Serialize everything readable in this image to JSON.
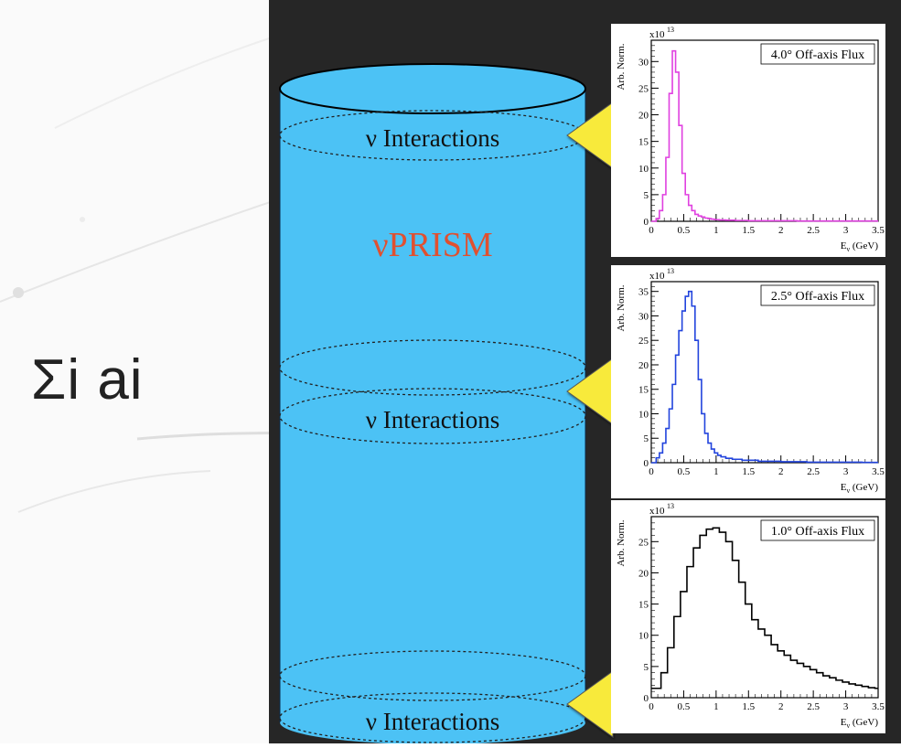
{
  "left_formula": "Σi ai",
  "detector": {
    "name": "νPRISM",
    "interaction_labels": [
      "ν Interactions",
      "ν Interactions",
      "ν Interactions"
    ]
  },
  "colors": {
    "detector_fill": "#4cc2f5",
    "title_red": "#e05030",
    "arrow_yellow": "#f8ea3a",
    "panel_dark": "#2a2a2a"
  },
  "chart_data": [
    {
      "type": "line",
      "title": "4.0° Off-axis Flux",
      "multiplier": "x10",
      "multiplier_exp": "13",
      "ylabel": "Arb. Norm.",
      "xlabel": "E",
      "xlabel_sub": "ν",
      "xlabel_unit": " (GeV)",
      "color": "#e040e0",
      "xlim": [
        0,
        3.5
      ],
      "ylim": [
        0,
        34
      ],
      "xticks": [
        "0",
        "0.5",
        "1",
        "1.5",
        "2",
        "2.5",
        "3",
        "3.5"
      ],
      "yticks": [
        "0",
        "5",
        "10",
        "15",
        "20",
        "25",
        "30"
      ],
      "x": [
        0.05,
        0.1,
        0.15,
        0.2,
        0.25,
        0.3,
        0.35,
        0.4,
        0.45,
        0.5,
        0.55,
        0.6,
        0.65,
        0.7,
        0.75,
        0.8,
        0.85,
        0.9,
        0.95,
        1.0,
        1.1,
        1.2,
        1.4,
        1.6,
        2.0,
        2.5,
        3.0,
        3.5
      ],
      "values": [
        0,
        0.5,
        2,
        5,
        12,
        24,
        32,
        28,
        18,
        9,
        5,
        3,
        2,
        1.3,
        1,
        0.8,
        0.6,
        0.5,
        0.4,
        0.3,
        0.25,
        0.2,
        0.15,
        0.1,
        0.1,
        0.05,
        0.05,
        0.05
      ]
    },
    {
      "type": "line",
      "title": "2.5° Off-axis Flux",
      "multiplier": "x10",
      "multiplier_exp": "13",
      "ylabel": "Arb. Norm.",
      "xlabel": "E",
      "xlabel_sub": "ν",
      "xlabel_unit": " (GeV)",
      "color": "#2244dd",
      "xlim": [
        0,
        3.5
      ],
      "ylim": [
        0,
        37
      ],
      "xticks": [
        "0",
        "0.5",
        "1",
        "1.5",
        "2",
        "2.5",
        "3",
        "3.5"
      ],
      "yticks": [
        "0",
        "5",
        "10",
        "15",
        "20",
        "25",
        "30",
        "35"
      ],
      "x": [
        0.05,
        0.1,
        0.15,
        0.2,
        0.25,
        0.3,
        0.35,
        0.4,
        0.45,
        0.5,
        0.55,
        0.6,
        0.65,
        0.7,
        0.75,
        0.8,
        0.85,
        0.9,
        0.95,
        1.0,
        1.05,
        1.1,
        1.2,
        1.3,
        1.5,
        1.8,
        2.2,
        2.6,
        3.0,
        3.5
      ],
      "values": [
        0,
        1,
        2,
        4,
        7,
        11,
        16,
        22,
        27,
        31,
        34,
        35,
        32,
        25,
        17,
        10,
        6,
        4,
        2.8,
        2,
        1.5,
        1.2,
        0.9,
        0.7,
        0.5,
        0.3,
        0.2,
        0.1,
        0.1,
        0.05
      ]
    },
    {
      "type": "line",
      "title": "1.0° Off-axis Flux",
      "multiplier": "x10",
      "multiplier_exp": "13",
      "ylabel": "Arb. Norm.",
      "xlabel": "E",
      "xlabel_sub": "ν",
      "xlabel_unit": " (GeV)",
      "color": "#000000",
      "xlim": [
        0,
        3.5
      ],
      "ylim": [
        0,
        29
      ],
      "xticks": [
        "0",
        "0.5",
        "1",
        "1.5",
        "2",
        "2.5",
        "3",
        "3.5"
      ],
      "yticks": [
        "0",
        "5",
        "10",
        "15",
        "20",
        "25"
      ],
      "x": [
        0.1,
        0.2,
        0.3,
        0.4,
        0.5,
        0.6,
        0.7,
        0.8,
        0.9,
        1.0,
        1.1,
        1.2,
        1.3,
        1.4,
        1.5,
        1.6,
        1.7,
        1.8,
        1.9,
        2.0,
        2.1,
        2.2,
        2.3,
        2.4,
        2.5,
        2.6,
        2.7,
        2.8,
        2.9,
        3.0,
        3.1,
        3.2,
        3.3,
        3.4,
        3.5
      ],
      "values": [
        1.5,
        4,
        8,
        13,
        17,
        21,
        24,
        26,
        27,
        27.2,
        26.5,
        25,
        22,
        18.5,
        15,
        12.5,
        11,
        10,
        8.5,
        7.5,
        6.8,
        6,
        5.5,
        5,
        4.5,
        4,
        3.5,
        3.2,
        2.8,
        2.5,
        2.2,
        2,
        1.8,
        1.6,
        1.5
      ]
    }
  ]
}
